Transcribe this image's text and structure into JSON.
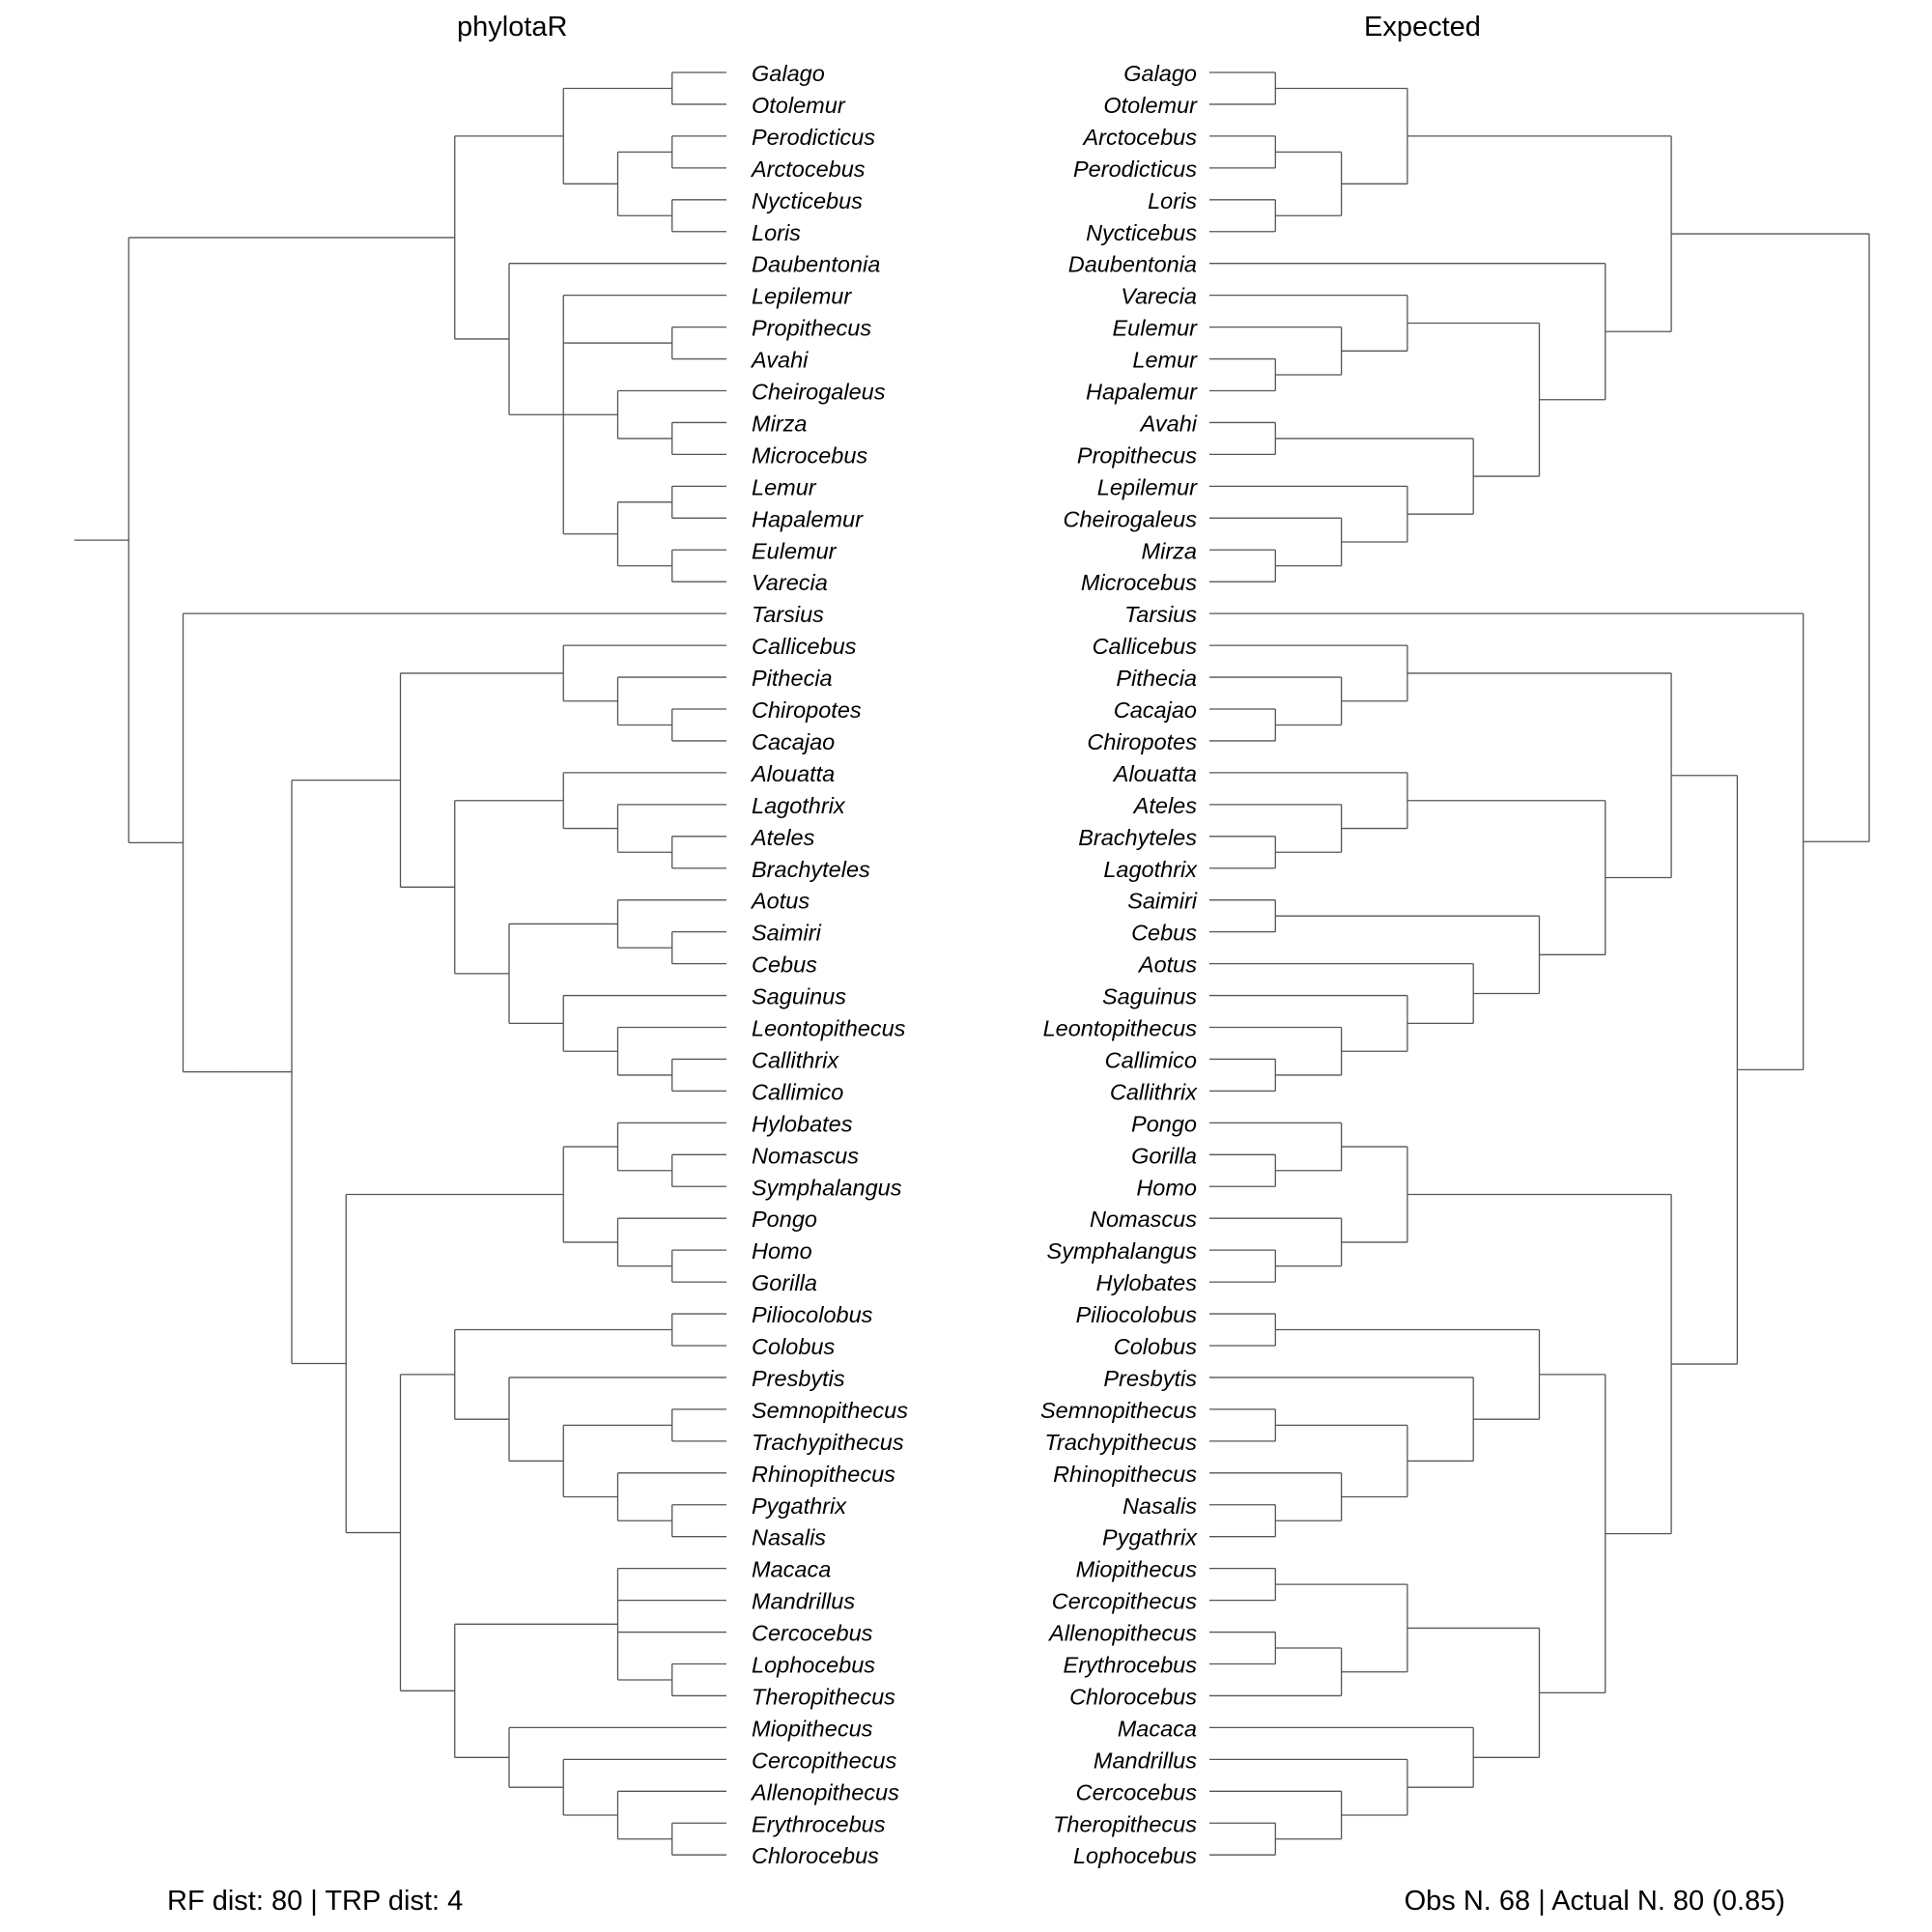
{
  "left_tree": {
    "title": "phylotaR",
    "tips": [
      "Galago",
      "Otolemur",
      "Perodicticus",
      "Arctocebus",
      "Nycticebus",
      "Loris",
      "Daubentonia",
      "Lepilemur",
      "Propithecus",
      "Avahi",
      "Cheirogaleus",
      "Mirza",
      "Microcebus",
      "Lemur",
      "Hapalemur",
      "Eulemur",
      "Varecia",
      "Tarsius",
      "Callicebus",
      "Pithecia",
      "Chiropotes",
      "Cacajao",
      "Alouatta",
      "Lagothrix",
      "Ateles",
      "Brachyteles",
      "Aotus",
      "Saimiri",
      "Cebus",
      "Saguinus",
      "Leontopithecus",
      "Callithrix",
      "Callimico",
      "Hylobates",
      "Nomascus",
      "Symphalangus",
      "Pongo",
      "Homo",
      "Gorilla",
      "Piliocolobus",
      "Colobus",
      "Presbytis",
      "Semnopithecus",
      "Trachypithecus",
      "Rhinopithecus",
      "Pygathrix",
      "Nasalis",
      "Macaca",
      "Mandrillus",
      "Cercocebus",
      "Lophocebus",
      "Theropithecus",
      "Miopithecus",
      "Cercopithecus",
      "Allenopithecus",
      "Erythrocebus",
      "Chlorocebus"
    ],
    "newick": "(((((Galago,Otolemur),((Perodicticus,Arctocebus),(Nycticebus,Loris))),(Daubentonia,(Lepilemur,(Propithecus,Avahi),(Cheirogaleus,(Mirza,Microcebus)),((Lemur,Hapalemur),(Eulemur,Varecia))))),(Tarsius,((((Callicebus,(Pithecia,(Chiropotes,Cacajao))),((Alouatta,(Lagothrix,(Ateles,Brachyteles))),((Aotus,(Saimiri,Cebus)),(Saguinus,(Leontopithecus,(Callithrix,Callimico)))))),(((Hylobates,(Nomascus,Symphalangus)),(Pongo,(Homo,Gorilla))),(((Piliocolobus,Colobus),(Presbytis,((Semnopithecus,Trachypithecus),(Rhinopithecus,(Pygathrix,Nasalis))))),((Macaca,Mandrillus,Cercocebus,(Lophocebus,Theropithecus)),(Miopithecus,(Cercopithecus,(Allenopithecus,(Erythrocebus,Chlorocebus))))))))))));"
  },
  "right_tree": {
    "title": "Expected",
    "tips": [
      "Galago",
      "Otolemur",
      "Arctocebus",
      "Perodicticus",
      "Loris",
      "Nycticebus",
      "Daubentonia",
      "Varecia",
      "Eulemur",
      "Lemur",
      "Hapalemur",
      "Avahi",
      "Propithecus",
      "Lepilemur",
      "Cheirogaleus",
      "Mirza",
      "Microcebus",
      "Tarsius",
      "Callicebus",
      "Pithecia",
      "Cacajao",
      "Chiropotes",
      "Alouatta",
      "Ateles",
      "Brachyteles",
      "Lagothrix",
      "Saimiri",
      "Cebus",
      "Aotus",
      "Saguinus",
      "Leontopithecus",
      "Callimico",
      "Callithrix",
      "Pongo",
      "Gorilla",
      "Homo",
      "Nomascus",
      "Symphalangus",
      "Hylobates",
      "Piliocolobus",
      "Colobus",
      "Presbytis",
      "Semnopithecus",
      "Trachypithecus",
      "Rhinopithecus",
      "Nasalis",
      "Pygathrix",
      "Miopithecus",
      "Cercopithecus",
      "Allenopithecus",
      "Erythrocebus",
      "Chlorocebus",
      "Macaca",
      "Mandrillus",
      "Cercocebus",
      "Theropithecus",
      "Lophocebus"
    ],
    "newick": "((((Galago,Otolemur),((Arctocebus,Perodicticus),(Loris,Nycticebus))),(Daubentonia,((Varecia,(Eulemur,(Lemur,Hapalemur))),((Avahi,Propithecus),(Lepilemur,(Cheirogaleus,(Mirza,Microcebus))))))),(Tarsius,(((Callicebus,(Pithecia,(Cacajao,Chiropotes))),((Alouatta,(Ateles,(Brachyteles,Lagothrix))),((Saimiri,Cebus),(Aotus,(Saguinus,(Leontopithecus,(Callimico,Callithrix))))))),(((Pongo,(Gorilla,Homo)),(Nomascus,(Symphalangus,Hylobates))),(((Piliocolobus,Colobus),(Presbytis,((Semnopithecus,Trachypithecus),(Rhinopithecus,(Nasalis,Pygathrix))))),(((Miopithecus,Cercopithecus),((Allenopithecus,Erythrocebus),Chlorocebus)),(Macaca,(Mandrillus,(Cercocebus,(Theropithecus,Lophocebus))))))))));"
  },
  "footer": {
    "left": "RF dist: 80 | TRP dist: 4",
    "right": "Obs N. 68 | Actual N. 80 (0.85)"
  },
  "line_color": "#555555"
}
